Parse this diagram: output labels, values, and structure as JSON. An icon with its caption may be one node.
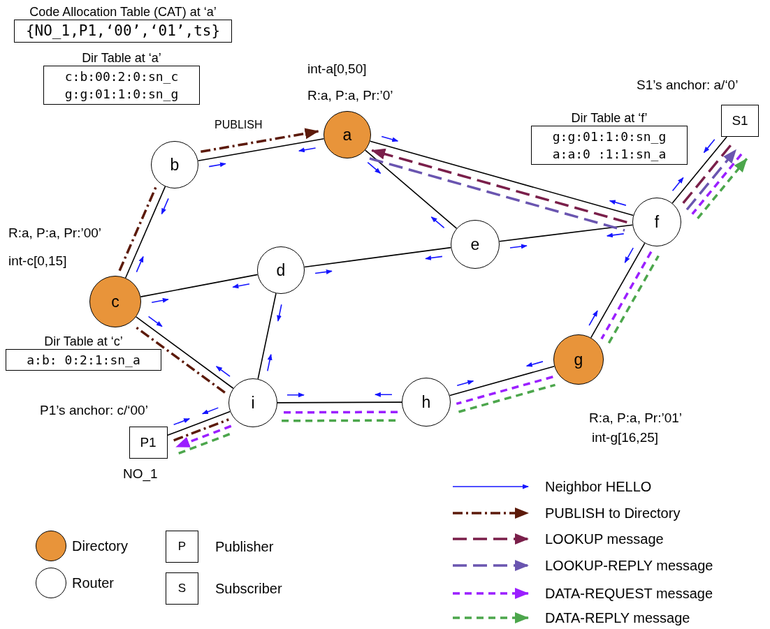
{
  "diagram": {
    "nodes": [
      {
        "text": [
          "a"
        ],
        "beside": [
          "int-a[0,50]",
          "R:a, P:a, Pr:’0’"
        ]
      },
      {
        "text": [
          "b"
        ]
      },
      {
        "text": [
          "c"
        ],
        "beside": [
          "R:a, P:a, Pr:’00’",
          "int-c[0,15]"
        ]
      },
      {
        "text": [
          "d"
        ]
      },
      {
        "text": [
          "e"
        ]
      },
      {
        "text": [
          "f"
        ]
      },
      {
        "text": [
          "g"
        ],
        "beside": [
          "R:a, P:a, Pr:’01’",
          "int-g[16,25]"
        ]
      },
      {
        "text": [
          "h"
        ]
      },
      {
        "text": [
          "i"
        ]
      },
      {
        "text": [
          "S1"
        ],
        "beside": [
          "S1’s anchor: a/‘0’"
        ]
      },
      {
        "text": [
          "P1"
        ],
        "beside": [
          "P1’s anchor: c/‘00’",
          "NO_1"
        ]
      },
      {
        "text": [
          "Code Allocation Table (CAT) at ‘a’",
          "{NO_1,P1,‘00’,‘01’,ts}"
        ]
      },
      {
        "text": [
          "Dir Table at ‘a’",
          "c:b:00:2:0:sn_c",
          "g:g:01:1:0:sn_g"
        ]
      },
      {
        "text": [
          "Dir Table at ‘f’",
          "g:g:01:1:0:sn_g",
          "a:a:0 :1:1:sn_a"
        ]
      },
      {
        "text": [
          "Dir Table at ‘c’",
          "a:b: 0:2:1:sn_a"
        ]
      }
    ],
    "edges": [
      {
        "from": 1,
        "to": 0,
        "arrow": "none"
      },
      {
        "from": 0,
        "to": 4,
        "arrow": "none"
      },
      {
        "from": 0,
        "to": 5,
        "arrow": "none"
      },
      {
        "from": 1,
        "to": 2,
        "arrow": "none"
      },
      {
        "from": 2,
        "to": 3,
        "arrow": "none"
      },
      {
        "from": 2,
        "to": 8,
        "arrow": "none"
      },
      {
        "from": 3,
        "to": 4,
        "arrow": "none"
      },
      {
        "from": 3,
        "to": 8,
        "arrow": "none"
      },
      {
        "from": 4,
        "to": 5,
        "arrow": "none"
      },
      {
        "from": 5,
        "to": 9,
        "arrow": "none"
      },
      {
        "from": 5,
        "to": 6,
        "arrow": "none"
      },
      {
        "from": 6,
        "to": 7,
        "arrow": "none"
      },
      {
        "from": 7,
        "to": 8,
        "arrow": "none"
      },
      {
        "from": 8,
        "to": 10,
        "arrow": "none"
      },
      {
        "from": 10,
        "to": 8,
        "arrow": "none",
        "style": "dashed",
        "color": "#5c1a0a"
      },
      {
        "from": 8,
        "to": 2,
        "arrow": "none",
        "style": "dashed",
        "color": "#5c1a0a"
      },
      {
        "from": 2,
        "to": 1,
        "arrow": "none",
        "style": "dashed",
        "color": "#5c1a0a"
      },
      {
        "from": 1,
        "to": 0,
        "arrow": "to",
        "label": "PUBLISH",
        "style": "dashed",
        "color": "#5c1a0a"
      },
      {
        "from": 9,
        "to": 5,
        "arrow": "none",
        "style": "dashed",
        "color": "#7a1f4a"
      },
      {
        "from": 5,
        "to": 0,
        "arrow": "to",
        "style": "dashed",
        "color": "#7a1f4a"
      },
      {
        "from": 0,
        "to": 5,
        "arrow": "none",
        "style": "dashed",
        "color": "#6a55b0"
      },
      {
        "from": 5,
        "to": 9,
        "arrow": "to",
        "style": "dashed",
        "color": "#6a55b0"
      },
      {
        "from": 9,
        "to": 5,
        "arrow": "none",
        "style": "dashed",
        "color": "#9b1fff"
      },
      {
        "from": 5,
        "to": 6,
        "arrow": "none",
        "style": "dashed",
        "color": "#9b1fff"
      },
      {
        "from": 6,
        "to": 7,
        "arrow": "none",
        "style": "dashed",
        "color": "#9b1fff"
      },
      {
        "from": 7,
        "to": 8,
        "arrow": "none",
        "style": "dashed",
        "color": "#9b1fff"
      },
      {
        "from": 8,
        "to": 10,
        "arrow": "to",
        "style": "dashed",
        "color": "#9b1fff"
      },
      {
        "from": 10,
        "to": 8,
        "arrow": "none",
        "style": "dashed",
        "color": "#4ca64c"
      },
      {
        "from": 8,
        "to": 7,
        "arrow": "none",
        "style": "dashed",
        "color": "#4ca64c"
      },
      {
        "from": 7,
        "to": 6,
        "arrow": "none",
        "style": "dashed",
        "color": "#4ca64c"
      },
      {
        "from": 6,
        "to": 5,
        "arrow": "none",
        "style": "dashed",
        "color": "#4ca64c"
      },
      {
        "from": 5,
        "to": 9,
        "arrow": "to",
        "style": "dashed",
        "color": "#4ca64c"
      }
    ],
    "labels": [
      "P",
      "S"
    ],
    "legend": [
      {
        "text": "Neighbor HELLO"
      },
      {
        "text": "PUBLISH to Directory"
      },
      {
        "text": "LOOKUP message"
      },
      {
        "text": "LOOKUP-REPLY message"
      },
      {
        "text": "DATA-REQUEST message"
      },
      {
        "text": "DATA-REPLY message"
      },
      {
        "text": "Directory",
        "color": "#e8943a"
      },
      {
        "text": "Router",
        "color": "#ffffff"
      },
      {
        "text": "Publisher"
      },
      {
        "text": "Subscriber"
      }
    ]
  }
}
